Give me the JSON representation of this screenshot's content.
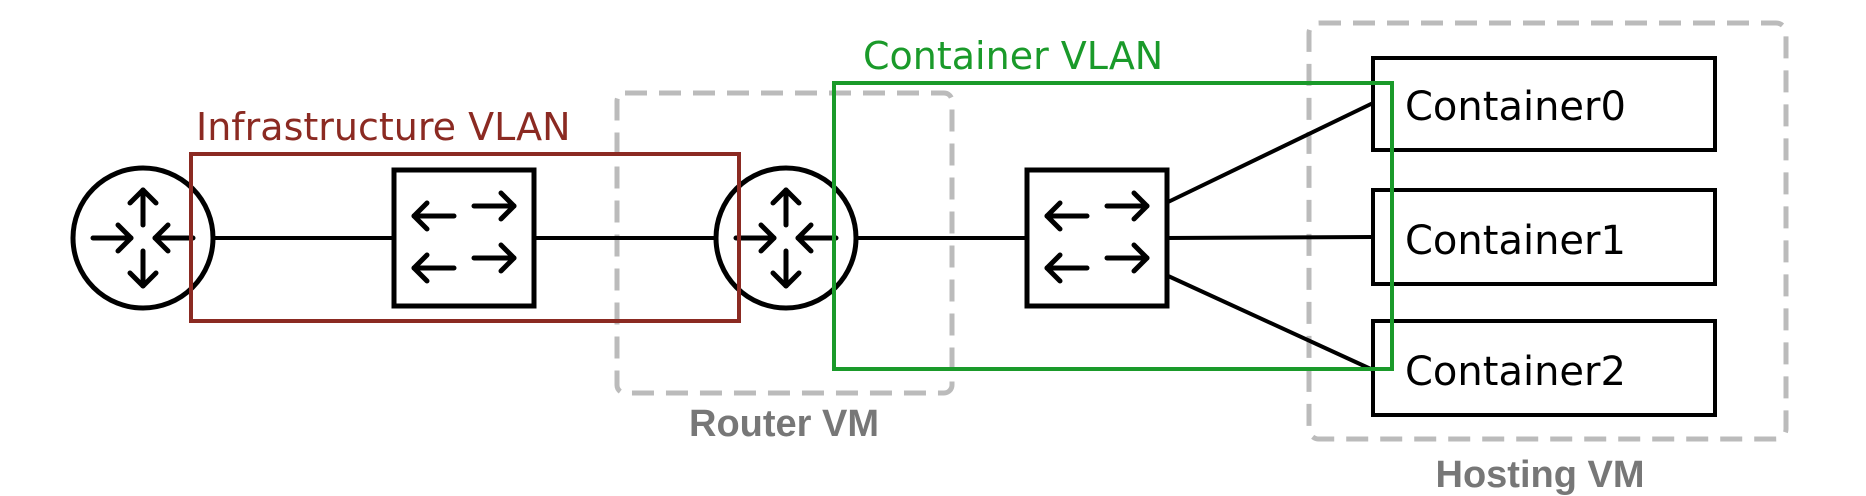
{
  "labels": {
    "infrastructure_vlan": "Infrastructure VLAN",
    "container_vlan": "Container VLAN",
    "router_vm": "Router VM",
    "hosting_vm": "Hosting VM",
    "containers": [
      "Container0",
      "Container1",
      "Container2"
    ]
  },
  "colors": {
    "infrastructure_vlan": "#8b2a22",
    "container_vlan": "#1a9a2a",
    "vm_boundary": "#bbbbbb",
    "vm_label": "#777777",
    "stroke": "#000000"
  },
  "icons": [
    "router-icon",
    "switch-icon"
  ]
}
